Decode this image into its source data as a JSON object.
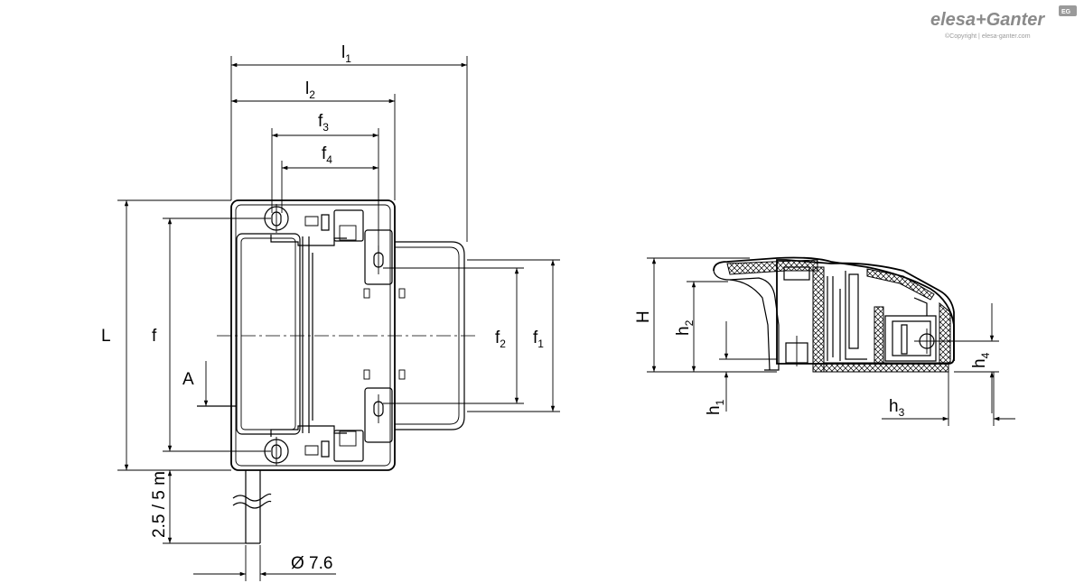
{
  "brand": {
    "logo_text": "elesa+Ganter",
    "badge": "EG",
    "copyright": "©Copyright | elesa-ganter.com"
  },
  "dimensions": {
    "l1": "l1",
    "l2": "l2",
    "f3": "f3",
    "f4": "f4",
    "L": "L",
    "f": "f",
    "A": "A",
    "f2": "f2",
    "f1": "f1",
    "cable_length": "2.5 / 5 m",
    "cable_diameter": "Ø 7.6",
    "H": "H",
    "h2": "h2",
    "h1": "h1",
    "h3": "h3",
    "h4": "h4"
  }
}
